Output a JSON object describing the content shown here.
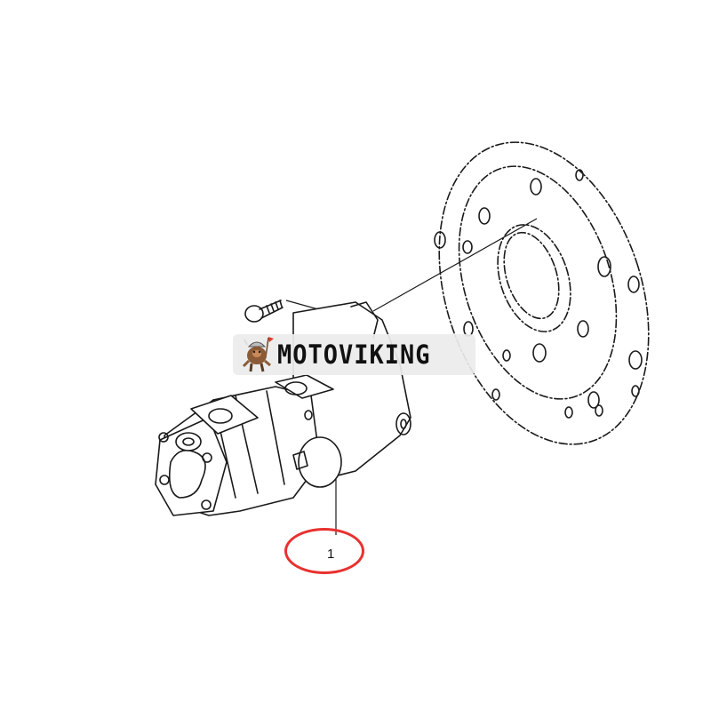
{
  "diagram": {
    "type": "exploded-parts-drawing",
    "subject": "hydraulic gear pump assembly with mounting flange",
    "parts": [
      {
        "id": "pump-assembly",
        "callout": "1"
      },
      {
        "id": "mounting-bolt"
      },
      {
        "id": "flywheel-coupling-flange"
      }
    ],
    "callouts": [
      {
        "label": "1",
        "color": "#e8312f"
      }
    ]
  },
  "watermark": {
    "brand": "MOTOVIKING",
    "background": "#ececec",
    "text_color": "#111111"
  },
  "colors": {
    "line": "#1a1a1a",
    "callout": "#e8312f",
    "background": "#ffffff"
  }
}
